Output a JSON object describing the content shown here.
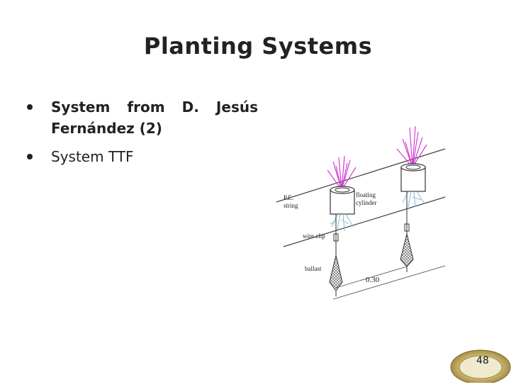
{
  "slide": {
    "title": "Planting Systems",
    "bullets": [
      {
        "text": "System  from  D.  Jesús Fernández (2)"
      },
      {
        "text": "System TTF"
      }
    ],
    "diagram": {
      "labels": {
        "pe_string_1": "P.E.",
        "pe_string_2": "string",
        "floating_1": "floating",
        "floating_2": "cylinder",
        "wire_clip": "wire clip",
        "ballast": "ballast",
        "spacing": "0.30"
      },
      "plant_color": "#d43fd1",
      "root_color": "#8ab8d6"
    },
    "page_number": "48"
  }
}
